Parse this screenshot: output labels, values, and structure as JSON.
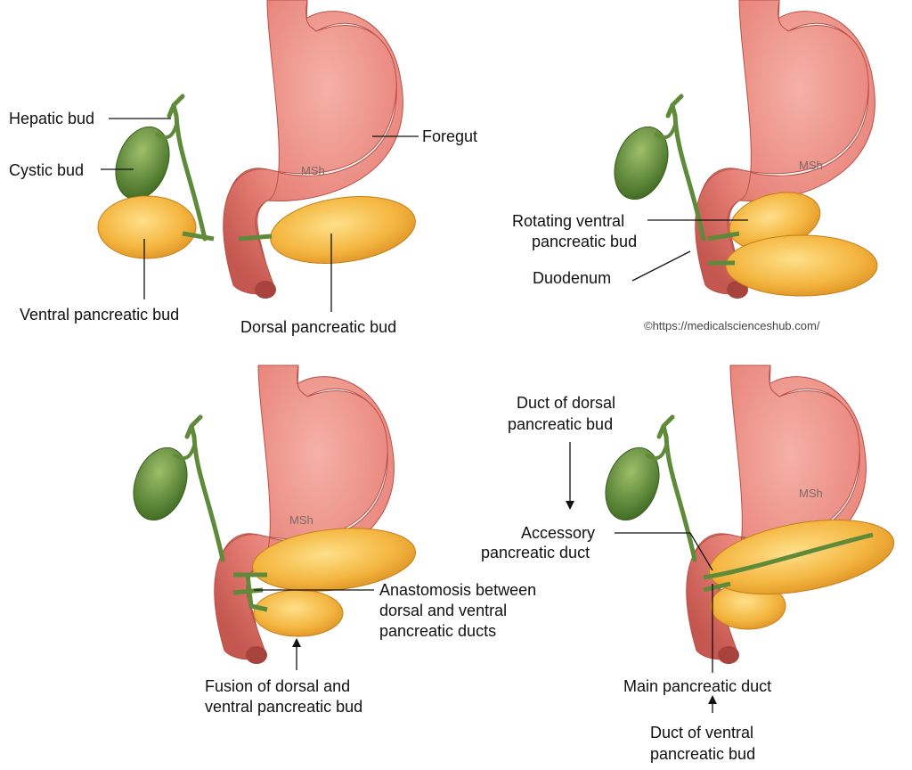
{
  "colors": {
    "stomach": "#e8837a",
    "gallbladder": "#5f8a3a",
    "pancreas": "#f2b443",
    "duct": "#6d9a45"
  },
  "watermark": "MSh",
  "copyright": "©https://medicalscienceshub.com/",
  "panel1": {
    "hepatic_bud": "Hepatic bud",
    "cystic_bud": "Cystic bud",
    "foregut": "Foregut",
    "ventral_bud": "Ventral pancreatic bud",
    "dorsal_bud": "Dorsal pancreatic bud"
  },
  "panel2": {
    "rotating_1": "Rotating ventral",
    "rotating_2": "pancreatic bud",
    "duodenum": "Duodenum"
  },
  "panel3": {
    "anastomosis_1": "Anastomosis between",
    "anastomosis_2": "dorsal and ventral",
    "anastomosis_3": "pancreatic ducts",
    "fusion_1": "Fusion of dorsal and",
    "fusion_2": "ventral pancreatic bud"
  },
  "panel4": {
    "dorsal_duct_1": "Duct of dorsal",
    "dorsal_duct_2": "pancreatic bud",
    "accessory_1": "Accessory",
    "accessory_2": "pancreatic duct",
    "main_duct": "Main pancreatic duct",
    "ventral_duct_1": "Duct of ventral",
    "ventral_duct_2": "pancreatic bud"
  }
}
